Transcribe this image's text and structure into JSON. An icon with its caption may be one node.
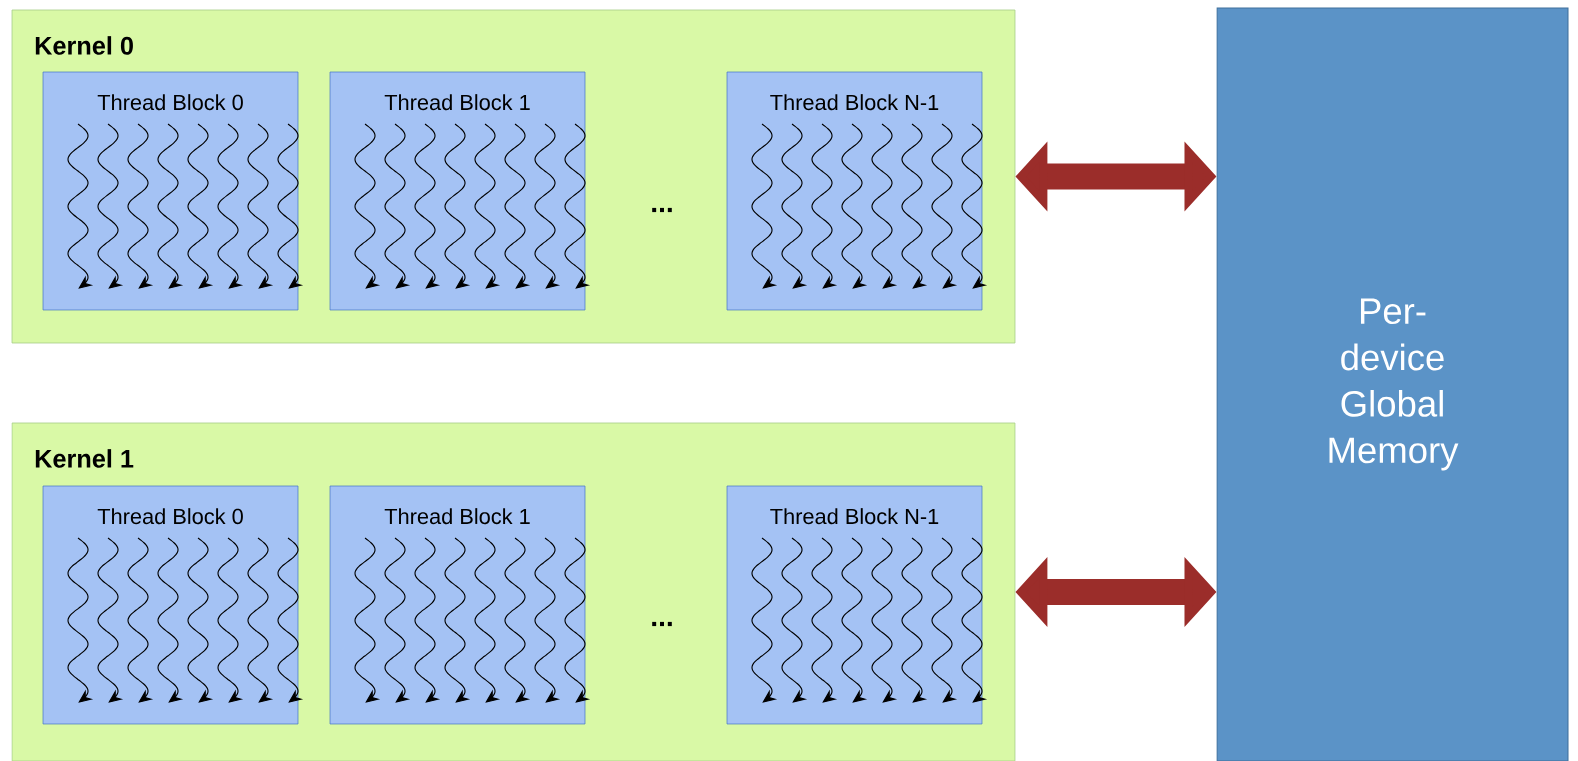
{
  "diagram": {
    "nodes": [
      {
        "text": [
          "Kernel 0"
        ]
      },
      {
        "text": [
          "Thread Block 0"
        ],
        "in": 0
      },
      {
        "text": [
          "Thread Block 1"
        ],
        "in": 0
      },
      {
        "text": [
          "Thread Block N-1"
        ],
        "in": 0
      },
      {
        "text": [
          "Kernel 1"
        ]
      },
      {
        "text": [
          "Thread Block 0"
        ],
        "in": 4
      },
      {
        "text": [
          "Thread Block 1"
        ],
        "in": 4
      },
      {
        "text": [
          "Thread Block N-1"
        ],
        "in": 4
      },
      {
        "text": [
          "Per-device Global Memory"
        ]
      }
    ],
    "edges": [
      {
        "from": 0,
        "to": 8,
        "arrow": "both"
      },
      {
        "from": 4,
        "to": 8,
        "arrow": "both"
      }
    ],
    "labels": [
      "...",
      "..."
    ]
  }
}
